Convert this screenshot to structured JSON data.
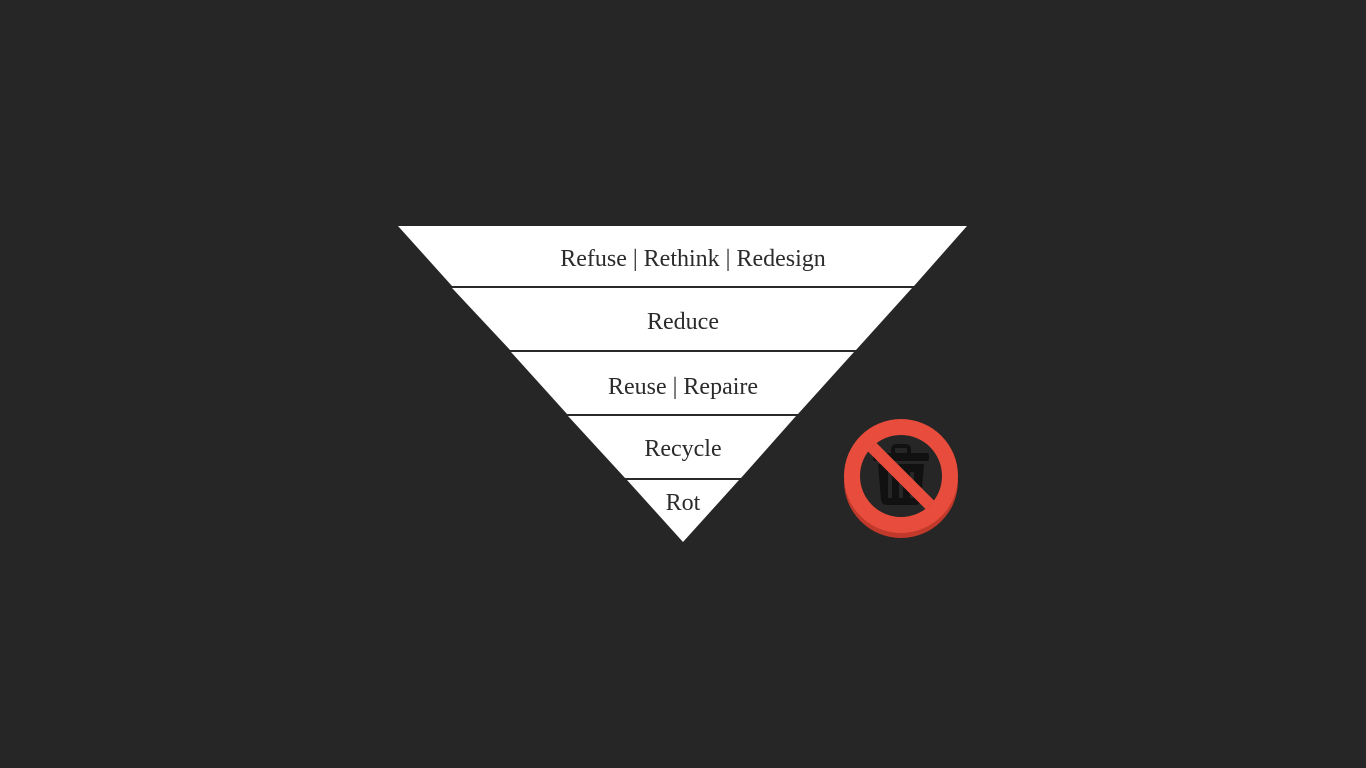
{
  "diagram": {
    "type": "inverted-pyramid",
    "tiers": [
      {
        "label": "Refuse | Rethink | Redesign"
      },
      {
        "label": "Reduce"
      },
      {
        "label": "Reuse | Repaire"
      },
      {
        "label": "Recycle"
      },
      {
        "label": "Rot"
      }
    ],
    "fill_color": "#ffffff",
    "divider_color": "#262626",
    "text_color": "#2b2b2b"
  },
  "badge": {
    "icon": "no-trash-icon",
    "ring_color": "#e74c3c",
    "ring_shadow_color": "#c0392b",
    "bin_color": "#111111"
  },
  "background_color": "#262626"
}
